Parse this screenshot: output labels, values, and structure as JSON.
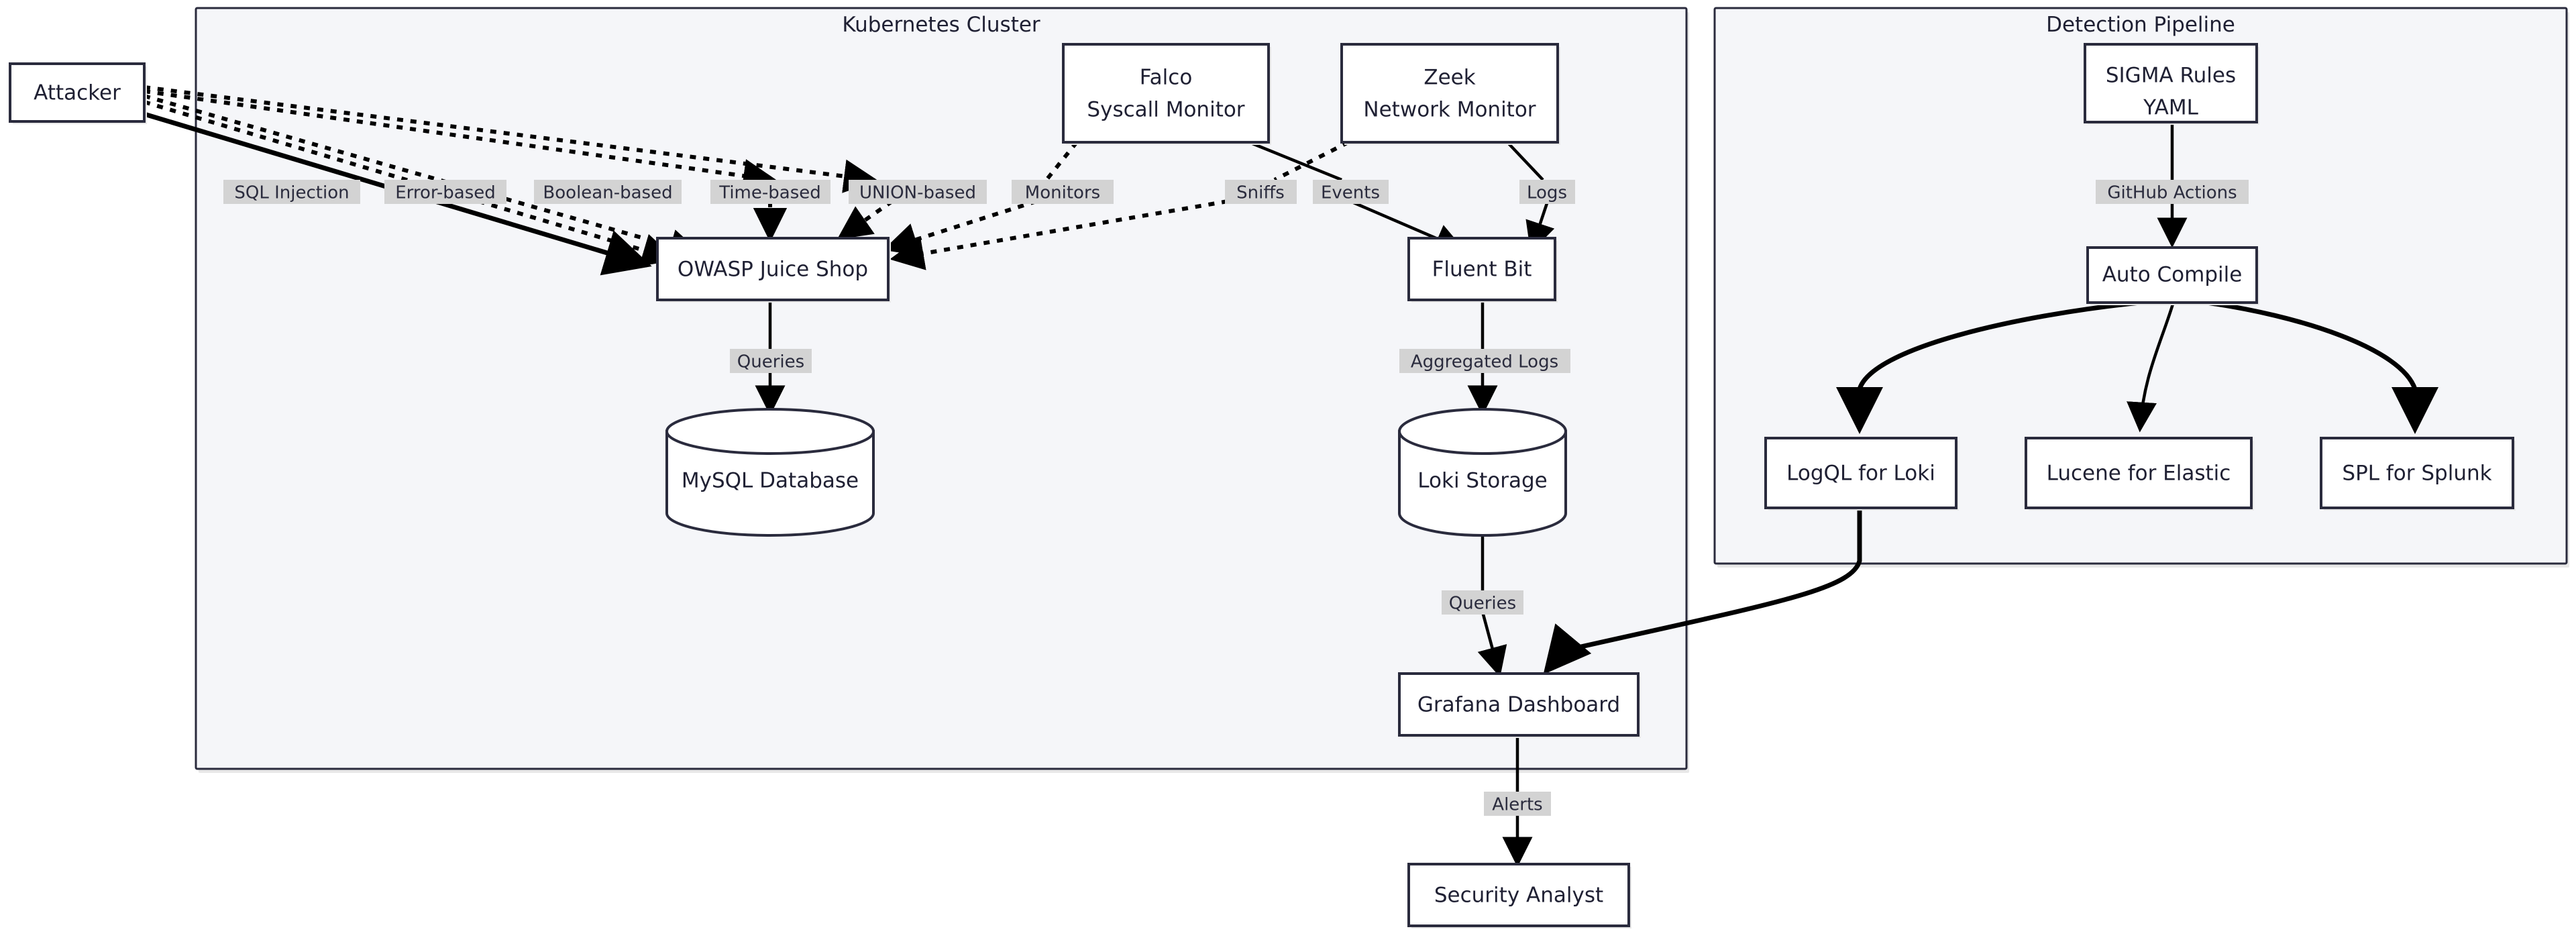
{
  "diagram": {
    "type": "architecture-flowchart",
    "title": "",
    "colors": {
      "node_fill": "#ffffff",
      "node_stroke": "#2a2b3d",
      "cluster_fill": "#f5f6f9",
      "cluster_stroke": "#2a2b3d",
      "edge": "#000000",
      "edge_label_bg": "#d3d3d3",
      "text": "#1f2033"
    }
  },
  "clusters": [
    {
      "id": "k8s",
      "title": "Kubernetes Cluster"
    },
    {
      "id": "detection",
      "title": "Detection Pipeline"
    }
  ],
  "nodes": {
    "attacker": {
      "label": "Attacker",
      "shape": "rect"
    },
    "juiceshop": {
      "label": "OWASP Juice Shop",
      "shape": "rect"
    },
    "mysql": {
      "label": "MySQL Database",
      "shape": "cylinder"
    },
    "falco_l1": {
      "label": "Falco",
      "label2": "Syscall Monitor",
      "shape": "rect"
    },
    "zeek_l1": {
      "label": "Zeek",
      "label2": "Network Monitor",
      "shape": "rect"
    },
    "fluentbit": {
      "label": "Fluent Bit",
      "shape": "rect"
    },
    "loki": {
      "label": "Loki Storage",
      "shape": "cylinder"
    },
    "grafana": {
      "label": "Grafana Dashboard",
      "shape": "rect"
    },
    "analyst": {
      "label": "Security Analyst",
      "shape": "rect"
    },
    "sigma_l1": {
      "label": "SIGMA Rules",
      "label2": "YAML",
      "shape": "rect"
    },
    "autocompile": {
      "label": "Auto Compile",
      "shape": "rect"
    },
    "logql": {
      "label": "LogQL for Loki",
      "shape": "rect"
    },
    "lucene": {
      "label": "Lucene for Elastic",
      "shape": "rect"
    },
    "spl": {
      "label": "SPL for Splunk",
      "shape": "rect"
    }
  },
  "edge_labels": {
    "sql_injection": "SQL Injection",
    "error_based": "Error-based",
    "boolean_based": "Boolean-based",
    "time_based": "Time-based",
    "union_based": "UNION-based",
    "monitors": "Monitors",
    "sniffs": "Sniffs",
    "events": "Events",
    "logs": "Logs",
    "queries_db": "Queries",
    "aggregated_logs": "Aggregated Logs",
    "queries_loki": "Queries",
    "alerts": "Alerts",
    "github_actions": "GitHub Actions"
  },
  "edges": [
    {
      "from": "attacker",
      "to": "juiceshop",
      "label": "SQL Injection",
      "style": "solid"
    },
    {
      "from": "attacker",
      "to": "juiceshop",
      "label": "Error-based",
      "style": "dotted"
    },
    {
      "from": "attacker",
      "to": "juiceshop",
      "label": "Boolean-based",
      "style": "dotted"
    },
    {
      "from": "attacker",
      "to": "juiceshop",
      "label": "Time-based",
      "style": "dotted"
    },
    {
      "from": "attacker",
      "to": "juiceshop",
      "label": "UNION-based",
      "style": "dotted"
    },
    {
      "from": "falco_l1",
      "to": "juiceshop",
      "label": "Monitors",
      "style": "dotted"
    },
    {
      "from": "zeek_l1",
      "to": "juiceshop",
      "label": "Sniffs",
      "style": "dotted"
    },
    {
      "from": "juiceshop",
      "to": "mysql",
      "label": "Queries",
      "style": "solid"
    },
    {
      "from": "falco_l1",
      "to": "fluentbit",
      "label": "Events",
      "style": "solid"
    },
    {
      "from": "zeek_l1",
      "to": "fluentbit",
      "label": "Logs",
      "style": "solid"
    },
    {
      "from": "fluentbit",
      "to": "loki",
      "label": "Aggregated Logs",
      "style": "solid"
    },
    {
      "from": "loki",
      "to": "grafana",
      "label": "Queries",
      "style": "solid"
    },
    {
      "from": "grafana",
      "to": "analyst",
      "label": "Alerts",
      "style": "solid"
    },
    {
      "from": "sigma_l1",
      "to": "autocompile",
      "label": "GitHub Actions",
      "style": "solid"
    },
    {
      "from": "autocompile",
      "to": "logql",
      "label": "",
      "style": "solid"
    },
    {
      "from": "autocompile",
      "to": "lucene",
      "label": "",
      "style": "solid"
    },
    {
      "from": "autocompile",
      "to": "spl",
      "label": "",
      "style": "solid"
    },
    {
      "from": "logql",
      "to": "grafana",
      "label": "",
      "style": "solid"
    }
  ]
}
